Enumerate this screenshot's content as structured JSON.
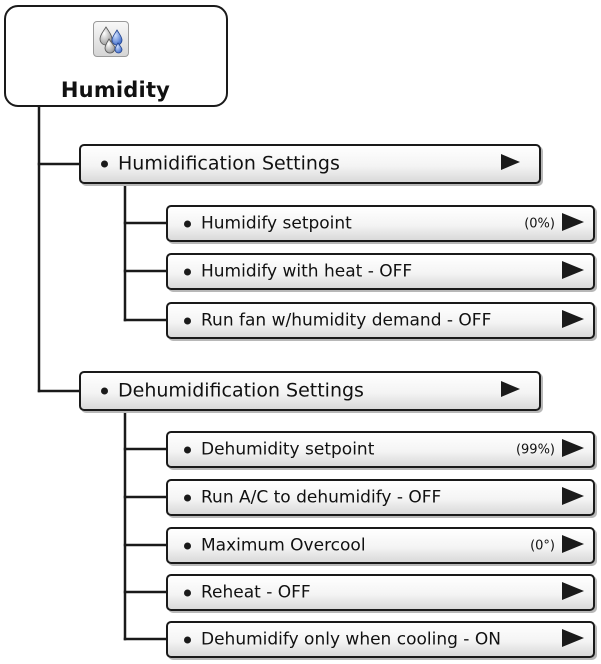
{
  "root": {
    "title": "Humidity",
    "icon": "humidity-drops-icon"
  },
  "sections": [
    {
      "label": "Humidification Settings",
      "icon": "arrow-right-icon",
      "items": [
        {
          "label": "Humidify setpoint",
          "value": "(0%)",
          "icon": "arrow-right-icon"
        },
        {
          "label": "Humidify with heat - OFF",
          "value": "",
          "icon": "arrow-right-icon"
        },
        {
          "label": "Run fan w/humidity demand - OFF",
          "value": "",
          "icon": "arrow-right-icon"
        }
      ]
    },
    {
      "label": "Dehumidification Settings",
      "icon": "arrow-right-icon",
      "items": [
        {
          "label": "Dehumidity setpoint",
          "value": "(99%)",
          "icon": "arrow-right-icon"
        },
        {
          "label": "Run A/C to dehumidify - OFF",
          "value": "",
          "icon": "arrow-right-icon"
        },
        {
          "label": "Maximum Overcool",
          "value": "(0°)",
          "icon": "arrow-right-icon"
        },
        {
          "label": "Reheat - OFF",
          "value": "",
          "icon": "arrow-right-icon"
        },
        {
          "label": "Dehumidify only when cooling - ON",
          "value": "",
          "icon": "arrow-right-icon"
        }
      ]
    }
  ]
}
